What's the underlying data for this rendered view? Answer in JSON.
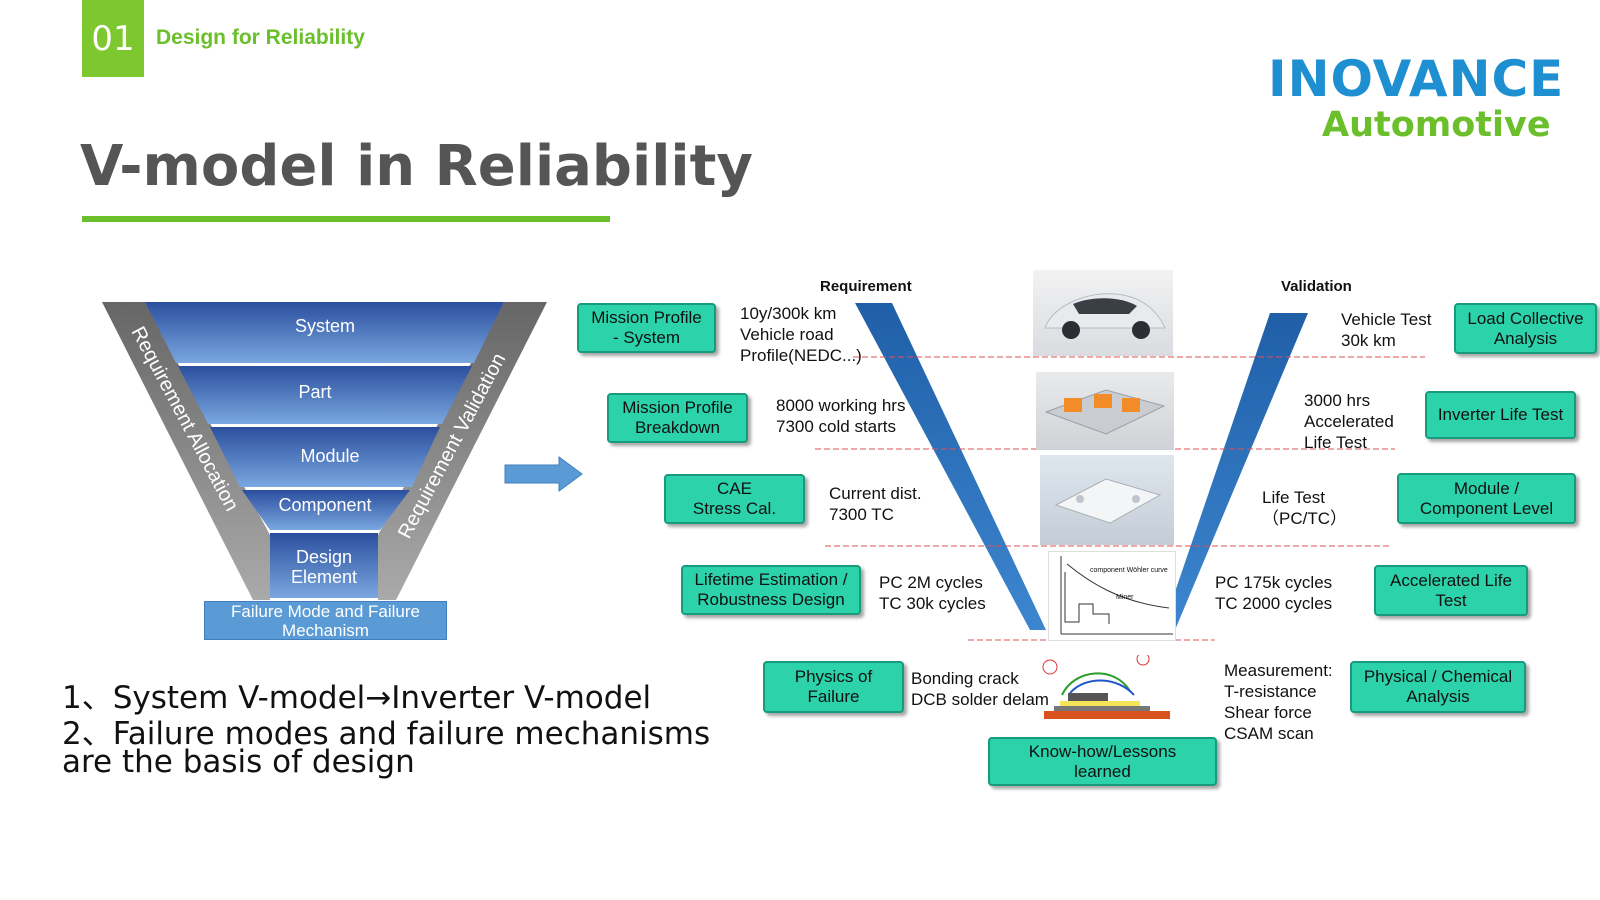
{
  "header": {
    "section_number": "01",
    "section_title": "Design for Reliability",
    "logo_line1": "INOVANCE",
    "logo_line2": "Automotive"
  },
  "title": "V-model in Reliability",
  "funnel": {
    "levels": [
      "System",
      "Part",
      "Module",
      "Component",
      "Design\nElement"
    ],
    "failure_box": "Failure Mode and Failure Mechanism",
    "left_label": "Requirement Allocation",
    "right_label": "Requirement Validation"
  },
  "summary": {
    "line1": "1、System V-model→Inverter V-model",
    "line2": "2、Failure modes and failure mechanisms",
    "line3": "are the basis of design"
  },
  "vmodel": {
    "requirement_label": "Requirement",
    "validation_label": "Validation",
    "left_boxes": [
      "Mission Profile\n- System",
      "Mission Profile\nBreakdown",
      "CAE\nStress Cal.",
      "Lifetime Estimation /\nRobustness Design",
      "Physics of\nFailure"
    ],
    "left_notes": [
      "10y/300k km\nVehicle road\nProfile(NEDC...)",
      "8000 working hrs\n7300 cold starts",
      "Current dist.\n7300 TC",
      "PC 2M cycles\nTC 30k cycles",
      "Bonding crack\nDCB solder delam"
    ],
    "right_boxes": [
      "Load Collective\nAnalysis",
      "Inverter Life Test",
      "Module /\nComponent Level",
      "Accelerated Life\nTest",
      "Physical / Chemical\nAnalysis"
    ],
    "right_notes": [
      "Vehicle Test\n30k km",
      "3000 hrs\nAccelerated\nLife Test",
      "Life Test\n（PC/TC）",
      "PC 175k cycles\nTC 2000 cycles",
      "Measurement:\nT-resistance\nShear force\nCSAM scan"
    ],
    "bottom_box": "Know-how/Lessons\nlearned",
    "wohler_label": "component Wöhler curve",
    "miner_label": "Miner"
  },
  "colors": {
    "green": "#6abf2a",
    "blue": "#1e8fd0",
    "teal_box": "#2bd2aa",
    "v_blue": "#2f6fb5"
  }
}
